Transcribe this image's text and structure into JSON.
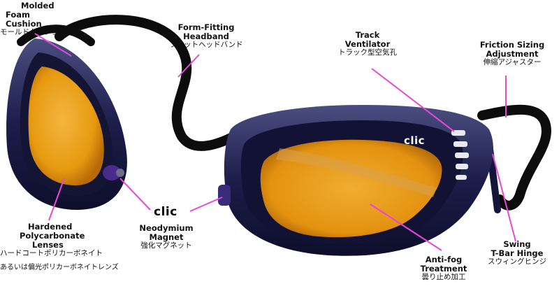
{
  "brand": "clic",
  "labels": {
    "molded_foam_cushion": {
      "en1": "Molded",
      "en2": "Foam Cushion",
      "jp": "モールドクッション"
    },
    "form_fitting_headband": {
      "en1": "Form-Fitting",
      "en2": "Headband",
      "jp": "フィットヘッドバンド"
    },
    "track_ventilator": {
      "en1": "Track",
      "en2": "Ventilator",
      "jp": "トラック型空気孔"
    },
    "friction_sizing_adjustment": {
      "en1": "Friction Sizing",
      "en2": "Adjustment",
      "jp": "伸縮アジャスター"
    },
    "hardened_polycarbonate_lenses": {
      "en1": "Hardened",
      "en2": "Polycarbonate",
      "en3": "Lenses",
      "jp": "ハードコートポリカーボネイト",
      "jp2": "あるいは偏光ポリカーボネイトレンズ"
    },
    "neodymium_magnet": {
      "en1": "Neodymium",
      "en2": "Magnet",
      "jp": "強化マグネット"
    },
    "anti_fog_treatment": {
      "en1": "Anti-fog",
      "en2": "Treatment",
      "jp": "曇り止め加工"
    },
    "swing_t_bar_hinge": {
      "en1": "Swing",
      "en2": "T-Bar Hinge",
      "jp": "スウィングヒンジ"
    }
  },
  "colors": {
    "frame": "#1c1d4a",
    "frame_highlight": "#5a5d8f",
    "lens": "#e79a10",
    "lens_light": "#f2b640",
    "strap": "#0c0c0c",
    "leader_line": "#e848d8",
    "magnet": "#4a2a8a"
  }
}
